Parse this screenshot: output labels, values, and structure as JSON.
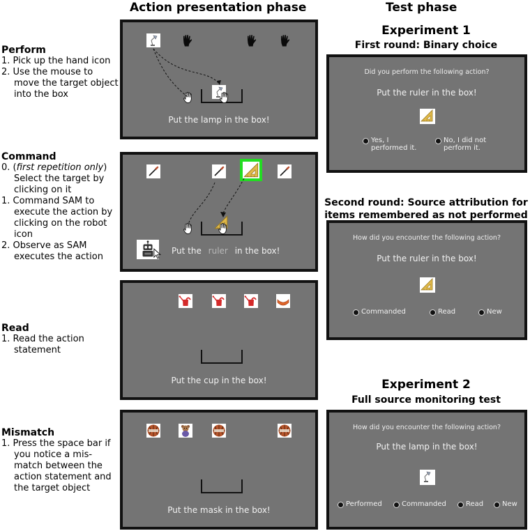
{
  "headers": {
    "action_phase": "Action presentation phase",
    "test_phase": "Test phase"
  },
  "left": {
    "perform": {
      "title": "Perform",
      "steps": [
        "1. Pick up the hand icon",
        "2. Use the mouse to move the target object into the box"
      ]
    },
    "command": {
      "title": "Command",
      "step0_prefix": "0. (",
      "step0_italic": "first repetition only",
      "step0_suffix": ") Select the target by clicking on it",
      "steps": [
        "1. Command SAM to execute the action by clicking on the robot icon",
        "2. Observe as SAM executes the action"
      ]
    },
    "read": {
      "title": "Read",
      "steps": [
        "1. Read the action statement"
      ]
    },
    "mismatch": {
      "title": "Mismatch",
      "steps": [
        "1. Press the space bar if you notice a mis-match between the action statement and the target object"
      ]
    }
  },
  "panels": {
    "perform": {
      "statement": "Put the lamp in the box!"
    },
    "command": {
      "statement_pre": "Put the",
      "statement_word": "ruler",
      "statement_post": "in the box!"
    },
    "read": {
      "statement": "Put the cup in the box!"
    },
    "mismatch": {
      "statement": "Put the mask in the box!"
    }
  },
  "right": {
    "exp1": {
      "title": "Experiment 1",
      "round1_title": "First round: Binary choice",
      "panel1": {
        "question": "Did you perform the following action?",
        "statement": "Put the ruler in the box!",
        "options": [
          "Yes, I performed it.",
          "No, I did not perform it."
        ]
      },
      "round2_title_line1": "Second round: Source attribution for",
      "round2_title_line2": "items remembered as not performed",
      "panel2": {
        "question": "How did you encounter the following action?",
        "statement": "Put the ruler in the box!",
        "options": [
          "Commanded",
          "Read",
          "New"
        ]
      }
    },
    "exp2": {
      "title": "Experiment 2",
      "subtitle": "Full source monitoring test",
      "panel": {
        "question": "How did you encounter the following action?",
        "statement": "Put the lamp in the box!",
        "options": [
          "Performed",
          "Commanded",
          "Read",
          "New"
        ]
      }
    }
  },
  "colors": {
    "panel_bg": "#747474",
    "panel_border": "#111111",
    "highlight": "#22dd22",
    "ruler_yellow": "#e0b94a",
    "can_red": "#d42a2a",
    "ball_brown": "#b5542b",
    "muted_text": "#b8b8b8"
  },
  "icons": [
    "lamp-icon",
    "hand-glove-icon",
    "pointer-hand-icon",
    "shovel-icon",
    "ruler-triangle-icon",
    "watering-can-icon",
    "sausage-icon",
    "basketball-icon",
    "bear-icon",
    "robot-icon",
    "cursor-arrow-icon"
  ]
}
